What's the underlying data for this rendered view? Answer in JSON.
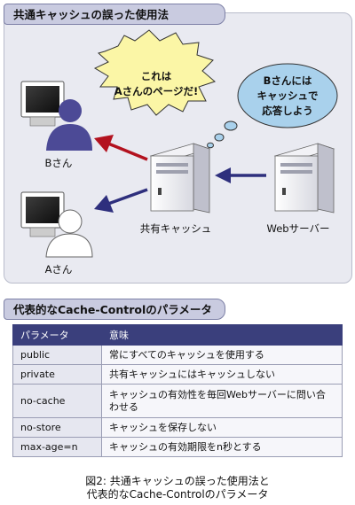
{
  "figure": {
    "title": "共通キャッシュの誤った使用法",
    "bubble_lines": [
      "これは",
      "Aさんのページだ!"
    ],
    "thought_lines": [
      "Bさんには",
      "キャッシュで",
      "応答しよう"
    ],
    "user_b_label": "Bさん",
    "user_a_label": "Aさん",
    "shared_cache_label": "共有キャッシュ",
    "web_server_label": "Webサーバー",
    "colors": {
      "red_arrow": "#b3121f",
      "blue_arrow": "#2e2f7d",
      "thought": "#a9d1ec",
      "speech": "#fbf6a6"
    }
  },
  "table": {
    "title": "代表的なCache-Controlのパラメータ",
    "headers": [
      "パラメータ",
      "意味"
    ],
    "rows": [
      [
        "public",
        "常にすべてのキャッシュを使用する"
      ],
      [
        "private",
        "共有キャッシュにはキャッシュしない"
      ],
      [
        "no-cache",
        "キャッシュの有効性を毎回Webサーバーに問い合わせる"
      ],
      [
        "no-store",
        "キャッシュを保存しない"
      ],
      [
        "max-age=n",
        "キャッシュの有効期限をn秒とする"
      ]
    ]
  },
  "caption": {
    "line1": "図2: 共通キャッシュの誤った使用法と",
    "line2": "代表的なCache-Controlのパラメータ"
  }
}
